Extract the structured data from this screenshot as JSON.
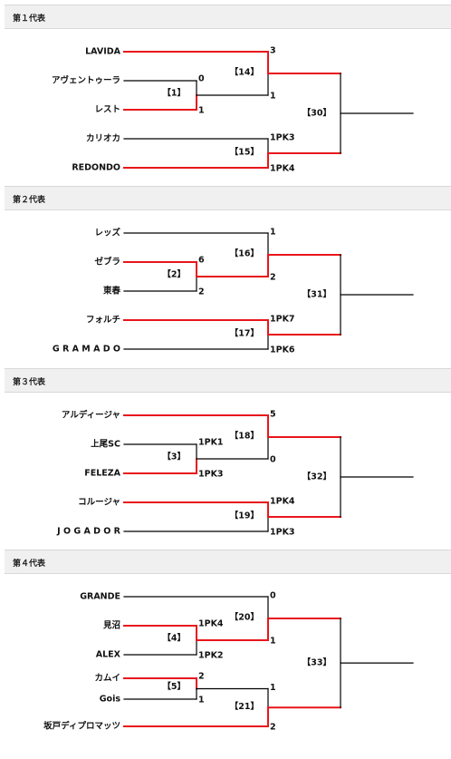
{
  "colors": {
    "winner": "#e8161c",
    "loser": "#000000"
  },
  "sections": [
    {
      "title": "第１代表",
      "final": {
        "label": "【30】"
      },
      "semis": [
        {
          "label": "【14】",
          "top": {
            "team": "LAVIDA",
            "score": "3",
            "win": true
          },
          "bottom": {
            "score": "1",
            "win": false
          },
          "r1": {
            "label": "【1】",
            "a": {
              "team": "アヴェントゥーラ",
              "score": "0",
              "win": false
            },
            "b": {
              "team": "レスト",
              "score": "1",
              "win": true
            }
          }
        },
        {
          "label": "【15】",
          "top": {
            "team": "カリオカ",
            "score": "1PK3",
            "win": false
          },
          "bottom": {
            "team": "REDONDO",
            "score": "1PK4",
            "win": true
          }
        }
      ]
    },
    {
      "title": "第２代表",
      "final": {
        "label": "【31】"
      },
      "semis": [
        {
          "label": "【16】",
          "top": {
            "team": "レッズ",
            "score": "1",
            "win": false
          },
          "bottom": {
            "score": "2",
            "win": true
          },
          "r1": {
            "label": "【2】",
            "a": {
              "team": "ゼブラ",
              "score": "6",
              "win": true
            },
            "b": {
              "team": "東春",
              "score": "2",
              "win": false
            }
          }
        },
        {
          "label": "【17】",
          "top": {
            "team": "フォルチ",
            "score": "1PK7",
            "win": true
          },
          "bottom": {
            "team": "G R A M A D O",
            "score": "1PK6",
            "win": false
          }
        }
      ]
    },
    {
      "title": "第３代表",
      "final": {
        "label": "【32】"
      },
      "semis": [
        {
          "label": "【18】",
          "top": {
            "team": "アルディージャ",
            "score": "5",
            "win": true
          },
          "bottom": {
            "score": "0",
            "win": false
          },
          "r1": {
            "label": "【3】",
            "a": {
              "team": "上尾SC",
              "score": "1PK1",
              "win": false
            },
            "b": {
              "team": "FELEZA",
              "score": "1PK3",
              "win": true
            }
          }
        },
        {
          "label": "【19】",
          "top": {
            "team": "コルージャ",
            "score": "1PK4",
            "win": true
          },
          "bottom": {
            "team": "J O G A D O R",
            "score": "1PK3",
            "win": false
          }
        }
      ]
    },
    {
      "title": "第４代表",
      "final": {
        "label": "【33】"
      },
      "semis": [
        {
          "label": "【20】",
          "top": {
            "team": "GRANDE",
            "score": "0",
            "win": false
          },
          "bottom": {
            "score": "1",
            "win": true
          },
          "r1": {
            "label": "【4】",
            "a": {
              "team": "見沼",
              "score": "1PK4",
              "win": true
            },
            "b": {
              "team": "ALEX",
              "score": "1PK2",
              "win": false
            }
          }
        },
        {
          "label": "【21】",
          "top": {
            "score": "1",
            "win": false
          },
          "bottom": {
            "team": "坂戸ディプロマッツ",
            "score": "2",
            "win": true
          },
          "r1": {
            "label": "【5】",
            "a": {
              "team": "カムイ",
              "score": "2",
              "win": true
            },
            "b": {
              "team": "Gois",
              "score": "1",
              "win": false
            }
          },
          "r1pos": "top"
        }
      ]
    }
  ]
}
